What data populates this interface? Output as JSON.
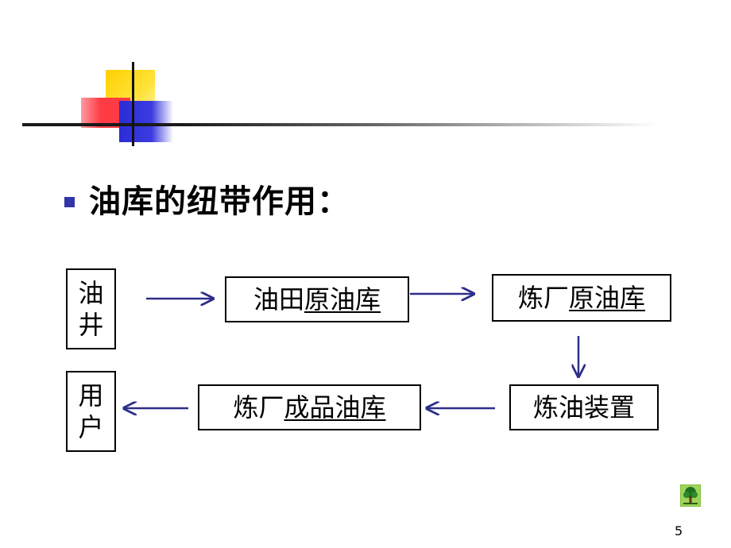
{
  "slide": {
    "title": "油库的纽带作用：",
    "page_number": "5"
  },
  "diagram": {
    "well": {
      "chars": [
        "油",
        "井"
      ]
    },
    "field_depot": {
      "prefix": "油田",
      "underlined": "原油库"
    },
    "refinery_crude_depot": {
      "prefix": "炼厂",
      "underlined": "原油库"
    },
    "refining_unit": {
      "label": "炼油装置"
    },
    "refinery_product_depot": {
      "prefix": "炼厂",
      "underlined": "成品油库"
    },
    "user": {
      "chars": [
        "用",
        "户"
      ]
    }
  },
  "colors": {
    "bullet": "#3333aa",
    "arrow": "#2e2e8a",
    "accent_yellow": "#ffd000",
    "accent_red": "#ff3b44",
    "accent_blue": "#2c2cd6"
  },
  "icons": {
    "logo": "tree-icon"
  }
}
